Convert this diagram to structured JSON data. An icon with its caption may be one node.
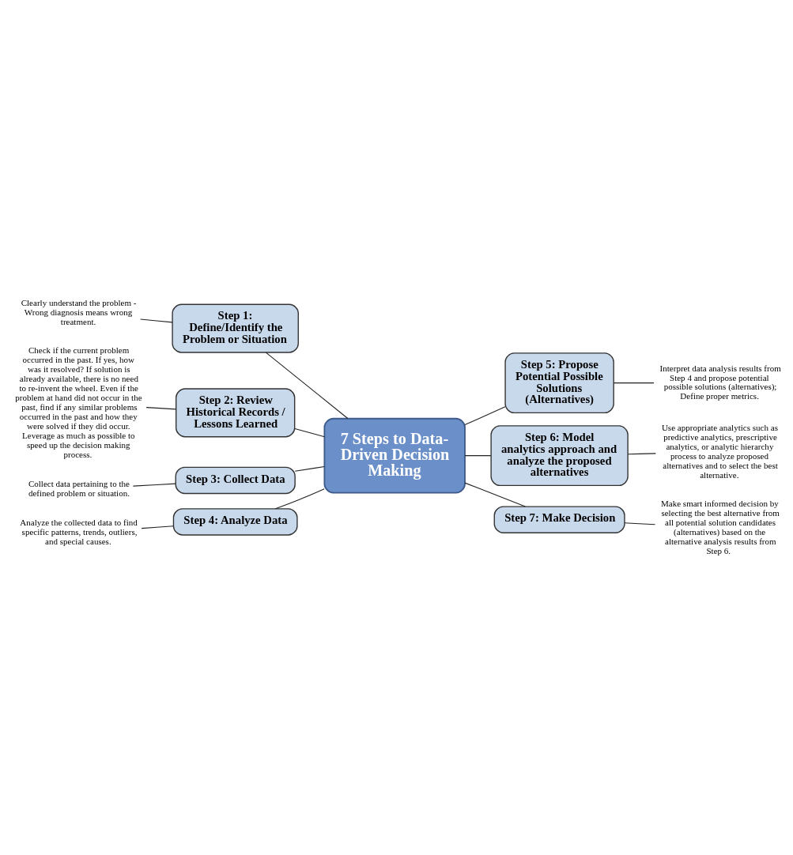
{
  "diagram": {
    "nodes": [
      {
        "text": [
          "7 Steps to Data-Driven Decision Making"
        ]
      },
      {
        "text": [
          "Step 1: Define/Identify the Problem or Situation"
        ]
      },
      {
        "text": [
          "Clearly understand the problem - Wrong diagnosis means wrong treatment."
        ]
      },
      {
        "text": [
          "Step 2: Review Historical Records / Lessons Learned"
        ]
      },
      {
        "text": [
          "Check if the current problem occurred in the past. If yes, how was it resolved? If solution is already available, there is no need to re-invent the wheel. Even if the problem at hand did not occur in the past, find if any similar problems occurred in the past and how they were solved if they did occur. Leverage as much as possible to speed up the decision making process."
        ]
      },
      {
        "text": [
          "Step 3: Collect Data"
        ]
      },
      {
        "text": [
          "Collect data pertaining to the defined problem or situation."
        ]
      },
      {
        "text": [
          "Step 4: Analyze Data"
        ]
      },
      {
        "text": [
          "Analyze the collected data to find specific patterns, trends, outliers, and special causes."
        ]
      },
      {
        "text": [
          "Step 5: Propose Potential Possible Solutions (Alternatives)"
        ]
      },
      {
        "text": [
          "Interpret data analysis results from Step 4 and propose potential possible solutions (alternatives); Define proper metrics."
        ]
      },
      {
        "text": [
          "Step 6: Model analytics approach and analyze the proposed alternatives"
        ]
      },
      {
        "text": [
          "Use appropriate analytics such as predictive analytics, prescriptive analytics, or analytic hierarchy process to analyze proposed alternatives and to select the best alternative."
        ]
      },
      {
        "text": [
          "Step 7: Make Decision"
        ]
      },
      {
        "text": [
          "Make smart informed decision by selecting the best alternative from all potential solution candidates (alternatives) based on the alternative analysis results from Step 6."
        ]
      }
    ],
    "edges": [
      {
        "from": 0,
        "to": 1,
        "arrow": "none"
      },
      {
        "from": 0,
        "to": 3,
        "arrow": "none"
      },
      {
        "from": 0,
        "to": 5,
        "arrow": "none"
      },
      {
        "from": 0,
        "to": 7,
        "arrow": "none"
      },
      {
        "from": 0,
        "to": 9,
        "arrow": "none"
      },
      {
        "from": 0,
        "to": 11,
        "arrow": "none"
      },
      {
        "from": 0,
        "to": 13,
        "arrow": "none"
      },
      {
        "from": 1,
        "to": 2,
        "arrow": "none"
      },
      {
        "from": 3,
        "to": 4,
        "arrow": "none"
      },
      {
        "from": 5,
        "to": 6,
        "arrow": "none"
      },
      {
        "from": 7,
        "to": 8,
        "arrow": "none"
      },
      {
        "from": 9,
        "to": 10,
        "arrow": "none"
      },
      {
        "from": 11,
        "to": 12,
        "arrow": "none"
      },
      {
        "from": 13,
        "to": 14,
        "arrow": "none"
      }
    ]
  }
}
